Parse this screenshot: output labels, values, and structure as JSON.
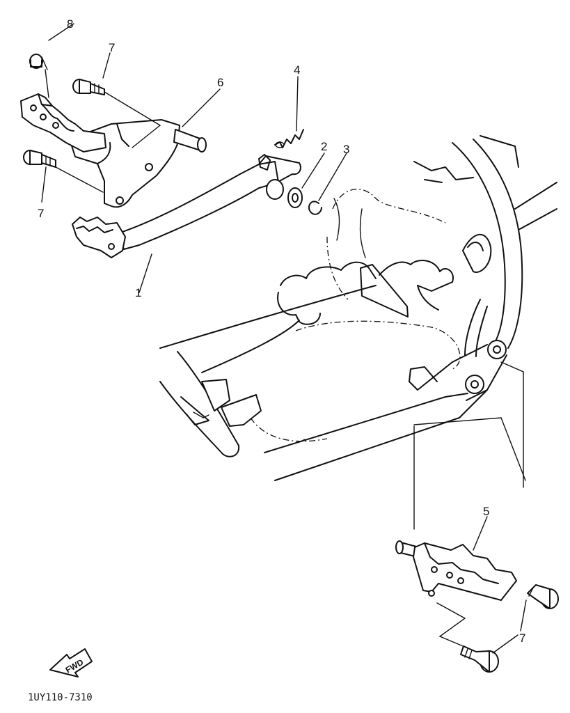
{
  "callouts": {
    "part_1": "1",
    "part_2": "2",
    "part_3": "3",
    "part_4": "4",
    "part_5": "5",
    "part_6": "6",
    "part_7a": "7",
    "part_7b": "7",
    "part_7c": "7",
    "part_8": "8"
  },
  "direction_label": "FWD",
  "diagram_code": "1UY110-7310"
}
